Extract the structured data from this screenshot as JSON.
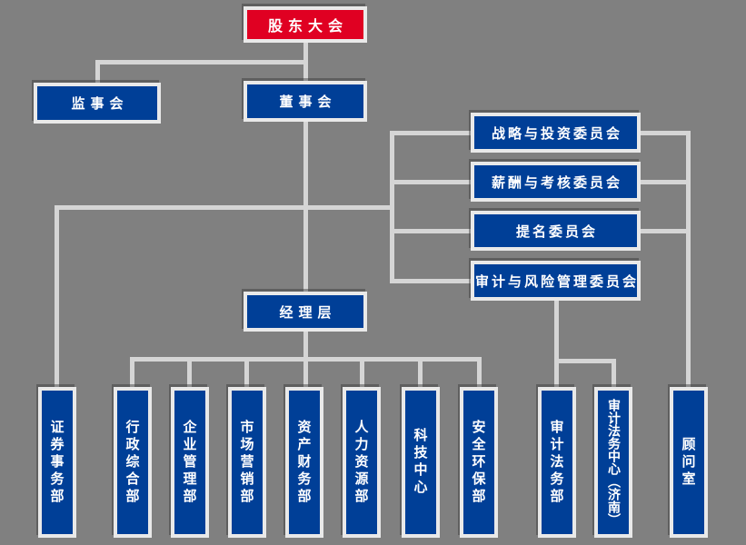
{
  "colors": {
    "background": "#808080",
    "node_blue": "#003f97",
    "node_red": "#e00022",
    "connector": "#d5d5d5",
    "node_text": "#ffffff",
    "node_border": "#e9e9e9"
  },
  "org_chart": {
    "shareholders_meeting": "股东大会",
    "supervisory_board": "监事会",
    "board_of_directors": "董事会",
    "board_committees": [
      "战略与投资委员会",
      "薪酬与考核委员会",
      "提名委员会",
      "审计与风险管理委员会"
    ],
    "management": "经理层",
    "departments": [
      "证券事务部",
      "行政综合部",
      "企业管理部",
      "市场营销部",
      "资产财务部",
      "人力资源部",
      "科技中心",
      "安全环保部"
    ],
    "audit_departments": [
      "审计法务部",
      "审计法务中心（济南）"
    ],
    "advisory_office": "顾问室"
  }
}
